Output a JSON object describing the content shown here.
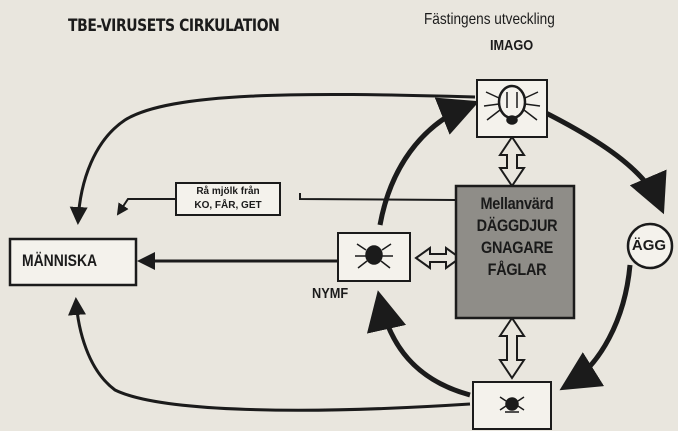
{
  "title": "TBE-VIRUSETS CIRKULATION",
  "subtitle": "Fästingens utveckling",
  "stages": {
    "imago": "IMAGO",
    "nymf": "NYMF",
    "agg": "ÄGG"
  },
  "human": "MÄNNISKA",
  "milk": {
    "line1": "Rå mjölk från",
    "line2": "KO, FÅR, GET"
  },
  "hosts": [
    "Mellanvärd",
    "DÄGGDJUR",
    "GNAGARE",
    "FÅGLAR"
  ],
  "colors": {
    "background": "#e9e6de",
    "ink": "#1b1b1b",
    "host_box": "#8f8d88"
  },
  "icons": [
    "tick-adult-icon",
    "tick-nymph-icon",
    "tick-larva-icon"
  ]
}
